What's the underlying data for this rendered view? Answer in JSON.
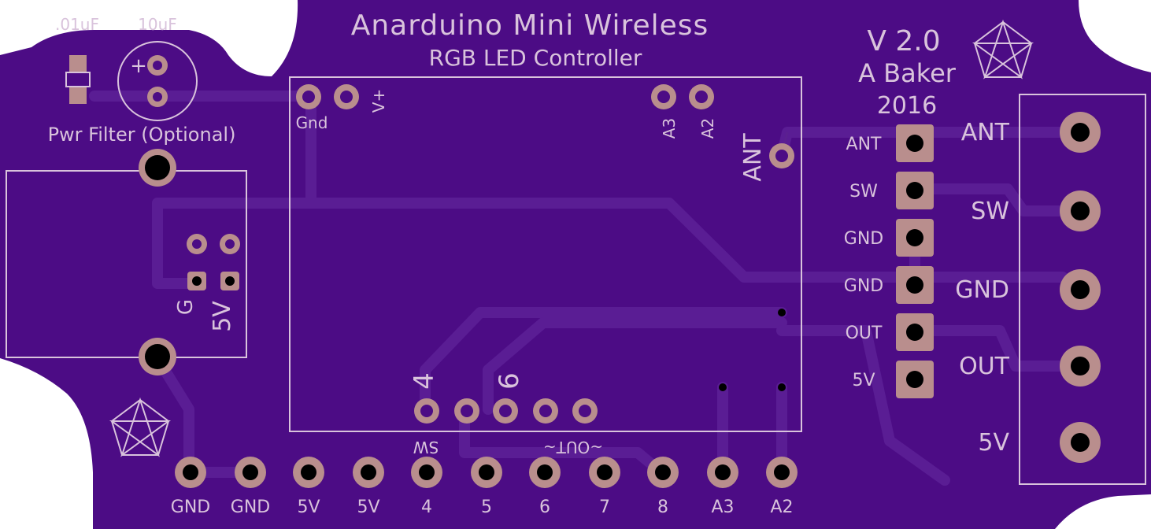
{
  "board": {
    "title": "Anarduino Mini Wireless",
    "subtitle": "RGB LED Controller",
    "version": "V 2.0",
    "author": "A Baker",
    "year": "2016",
    "pwr_filter": "Pwr Filter (Optional)",
    "cap_small": ".01uF",
    "cap_large": "10uF",
    "cap_plus": "+",
    "module_gnd": "Gnd",
    "module_vplus": "V+",
    "module_a3": "A3",
    "module_a2": "A2",
    "module_ant": "ANT",
    "pin4": "4",
    "pin6": "6",
    "sw_under": "SW",
    "out_under": "~OUT~",
    "g_label": "G",
    "fivev_label": "5V"
  },
  "header_labels": [
    "ANT",
    "SW",
    "GND",
    "GND",
    "OUT",
    "5V"
  ],
  "terminal_labels": [
    "ANT",
    "SW",
    "GND",
    "OUT",
    "5V"
  ],
  "bottom_labels": [
    "GND",
    "GND",
    "5V",
    "5V",
    "4",
    "5",
    "6",
    "7",
    "8",
    "A3",
    "A2"
  ],
  "colors": {
    "board": "#4c0c85",
    "trace": "#5a1d94",
    "silk": "#d9c3dc",
    "copper": "#b98e8d",
    "hole": "#000000"
  }
}
